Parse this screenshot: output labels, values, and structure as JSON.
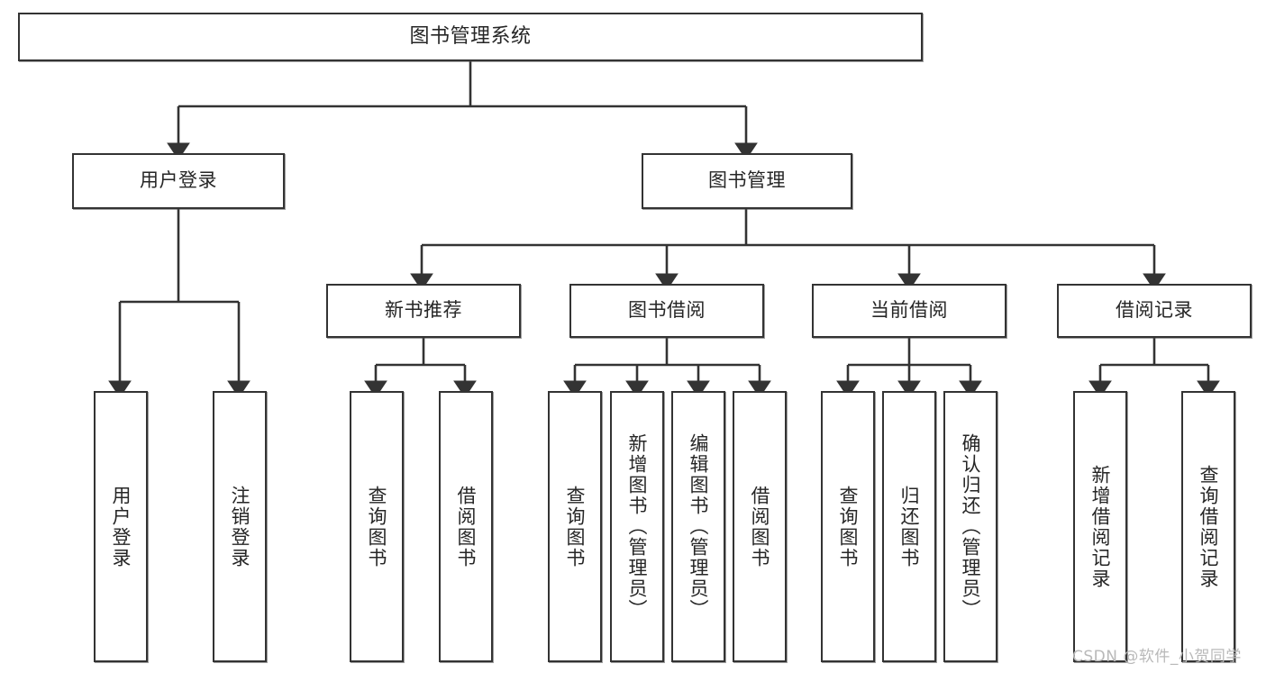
{
  "diagram": {
    "title": "图书管理系统",
    "type": "tree-hierarchy",
    "orientation": "top-down",
    "nodes": {
      "root": {
        "label": "图书管理系统"
      },
      "level1": [
        {
          "id": "user-login",
          "label": "用户登录"
        },
        {
          "id": "book-management",
          "label": "图书管理"
        }
      ],
      "level2": [
        {
          "id": "new-book-recommend",
          "label": "新书推荐"
        },
        {
          "id": "book-borrow",
          "label": "图书借阅"
        },
        {
          "id": "current-borrow",
          "label": "当前借阅"
        },
        {
          "id": "borrow-record",
          "label": "借阅记录"
        }
      ],
      "leaves": {
        "user-login": [
          {
            "id": "leaf-user-login",
            "label": "用户登录"
          },
          {
            "id": "leaf-logout-login",
            "label": "注销登录"
          }
        ],
        "new-book-recommend": [
          {
            "id": "leaf-query-book-1",
            "label": "查询图书"
          },
          {
            "id": "leaf-borrow-book-1",
            "label": "借阅图书"
          }
        ],
        "book-borrow": [
          {
            "id": "leaf-query-book-2",
            "label": "查询图书"
          },
          {
            "id": "leaf-add-book",
            "label": "新增图书（管理员）"
          },
          {
            "id": "leaf-edit-book",
            "label": "编辑图书（管理员）"
          },
          {
            "id": "leaf-borrow-book-2",
            "label": "借阅图书"
          }
        ],
        "current-borrow": [
          {
            "id": "leaf-query-book-3",
            "label": "查询图书"
          },
          {
            "id": "leaf-return-book",
            "label": "归还图书"
          },
          {
            "id": "leaf-confirm-return",
            "label": "确认归还（管理员）"
          }
        ],
        "borrow-record": [
          {
            "id": "leaf-add-record",
            "label": "新增借阅记录"
          },
          {
            "id": "leaf-query-record",
            "label": "查询借阅记录"
          }
        ]
      }
    },
    "colors": {
      "node_border": "#333333",
      "node_fill": "#ffffff",
      "node_text": "#262626",
      "edge": "#333333",
      "watermark": "#b9b9b9",
      "background": "#ffffff"
    }
  },
  "watermark": {
    "text": "CSDN @软件_小贺同学"
  }
}
